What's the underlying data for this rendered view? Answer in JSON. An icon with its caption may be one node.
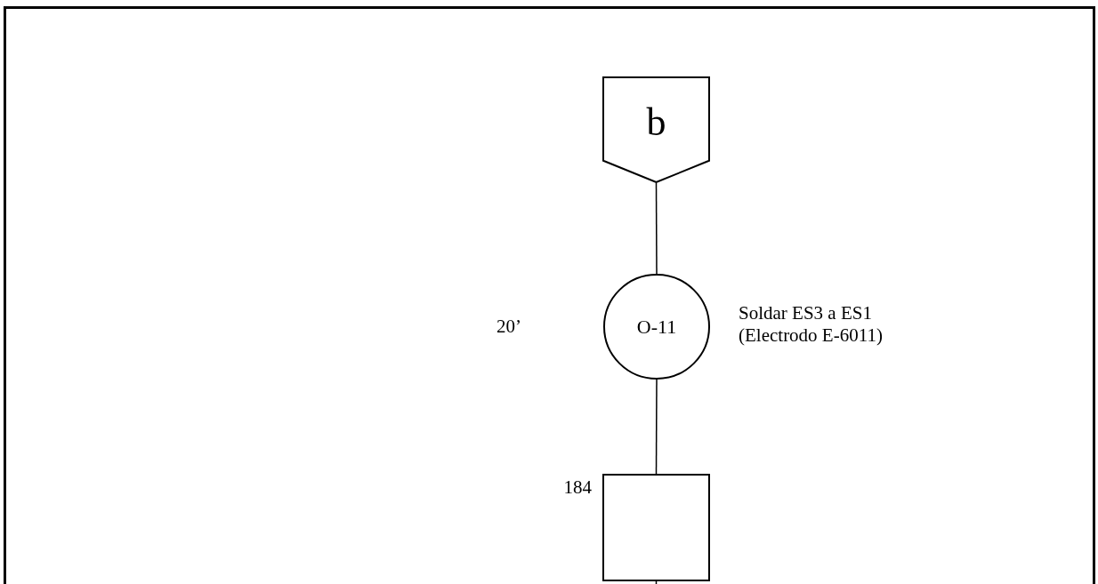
{
  "diagram": {
    "nodes": [
      {
        "text": [
          "b"
        ]
      },
      {
        "text": [
          "O-11"
        ],
        "beside": [
          "Soldar ES3 a ES1 (Electrodo E-6011)"
        ]
      },
      {
        "text": [],
        "shape": "box",
        "beside": [
          "184"
        ]
      }
    ],
    "edges": [
      {
        "from": 0,
        "to": 1,
        "arrow": "none"
      },
      {
        "from": 1,
        "to": 2,
        "arrow": "none"
      },
      {
        "from": 2,
        "to": null,
        "arrow": "none"
      }
    ],
    "labels": [
      "20’"
    ]
  }
}
